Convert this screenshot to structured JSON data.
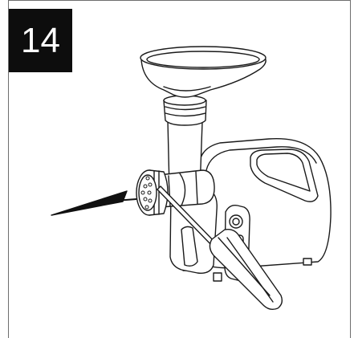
{
  "step": {
    "number": "14"
  },
  "illustration": {
    "subject": "meat-grinder",
    "tool": "screwdriver",
    "arrow_direction": "left",
    "colors": {
      "line": "#1a1a1a",
      "fill": "#ffffff",
      "badge": "#0d0d0d",
      "frame": "#6e6e6e"
    }
  }
}
